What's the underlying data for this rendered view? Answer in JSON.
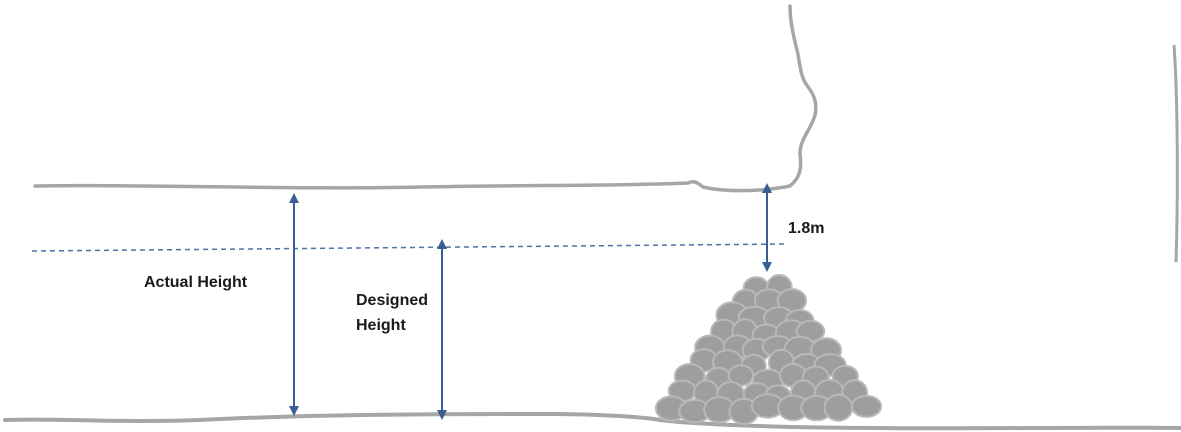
{
  "labels": {
    "actual_height": "Actual Height",
    "designed_height_line1": "Designed",
    "designed_height_line2": "Height",
    "clearance": "1.8m"
  },
  "colors": {
    "rock": "#9e9e9e",
    "rock_outline": "#b8b8b8",
    "arrow": "#3a5e92",
    "dashed_line": "#4f72a8",
    "ground": "#a6a6a6",
    "text": "#1a1a1a"
  }
}
